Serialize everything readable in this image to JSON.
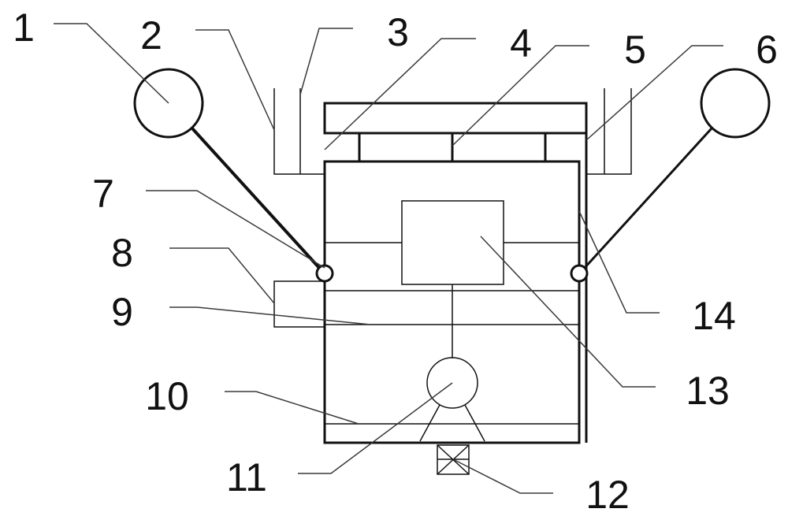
{
  "labels": [
    "1",
    "2",
    "3",
    "4",
    "5",
    "6",
    "7",
    "8",
    "9",
    "10",
    "11",
    "12",
    "13",
    "14"
  ],
  "colors": {
    "line": "#111111",
    "leader": "#3a3a3a",
    "background": "#ffffff"
  }
}
